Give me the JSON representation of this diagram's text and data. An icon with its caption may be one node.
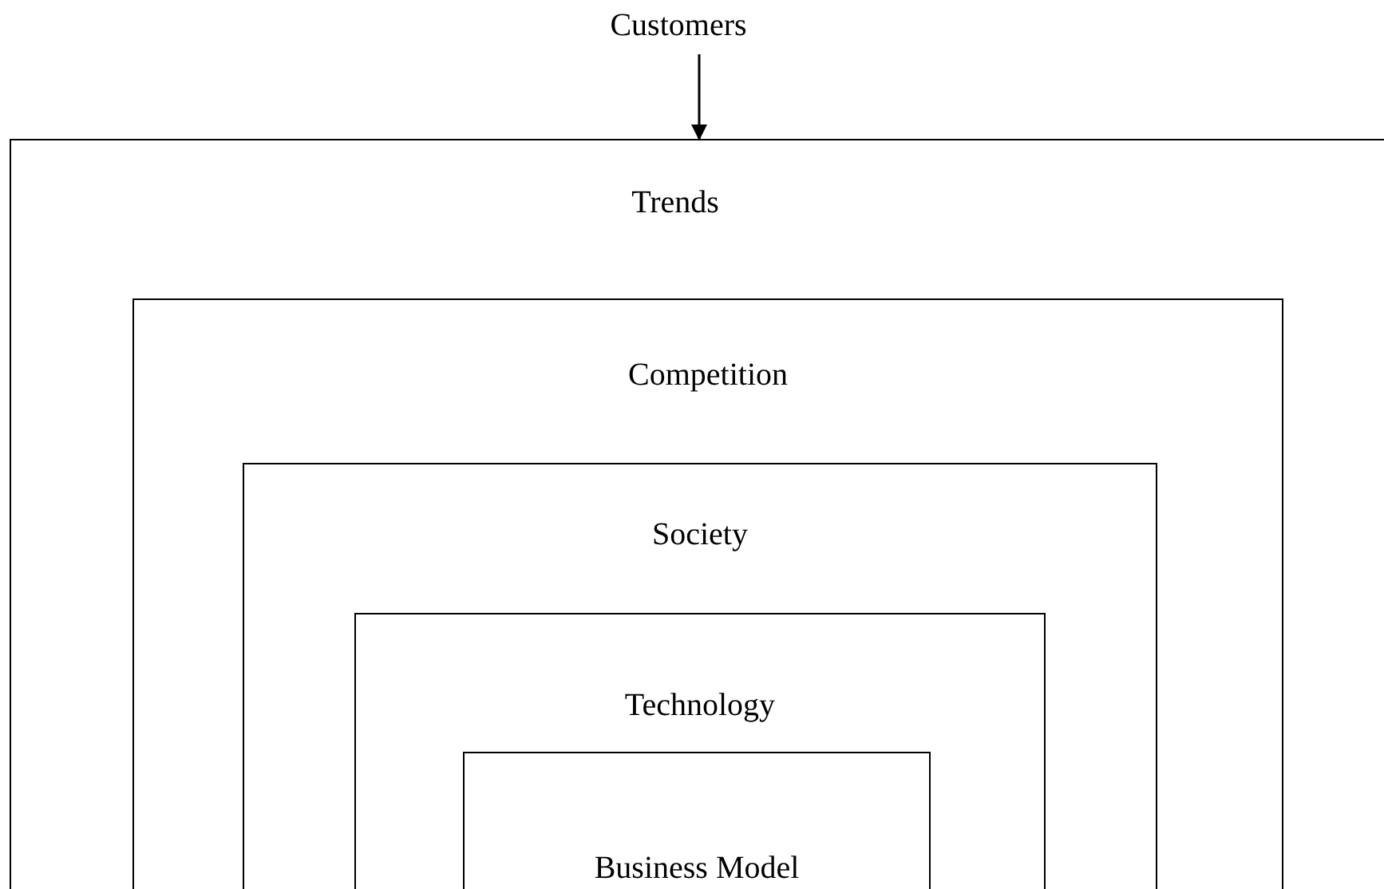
{
  "diagram": {
    "nodes": [
      {
        "text": [
          "Customers"
        ]
      },
      {
        "text": [
          "Trends"
        ]
      },
      {
        "text": [
          "Competition"
        ],
        "in": 1
      },
      {
        "text": [
          "Society"
        ],
        "in": 2
      },
      {
        "text": [
          "Technology"
        ],
        "in": 3
      },
      {
        "text": [
          "Business Model"
        ],
        "in": 4
      }
    ],
    "edges": [
      {
        "from": 0,
        "to": 1,
        "arrow": "to"
      }
    ]
  }
}
